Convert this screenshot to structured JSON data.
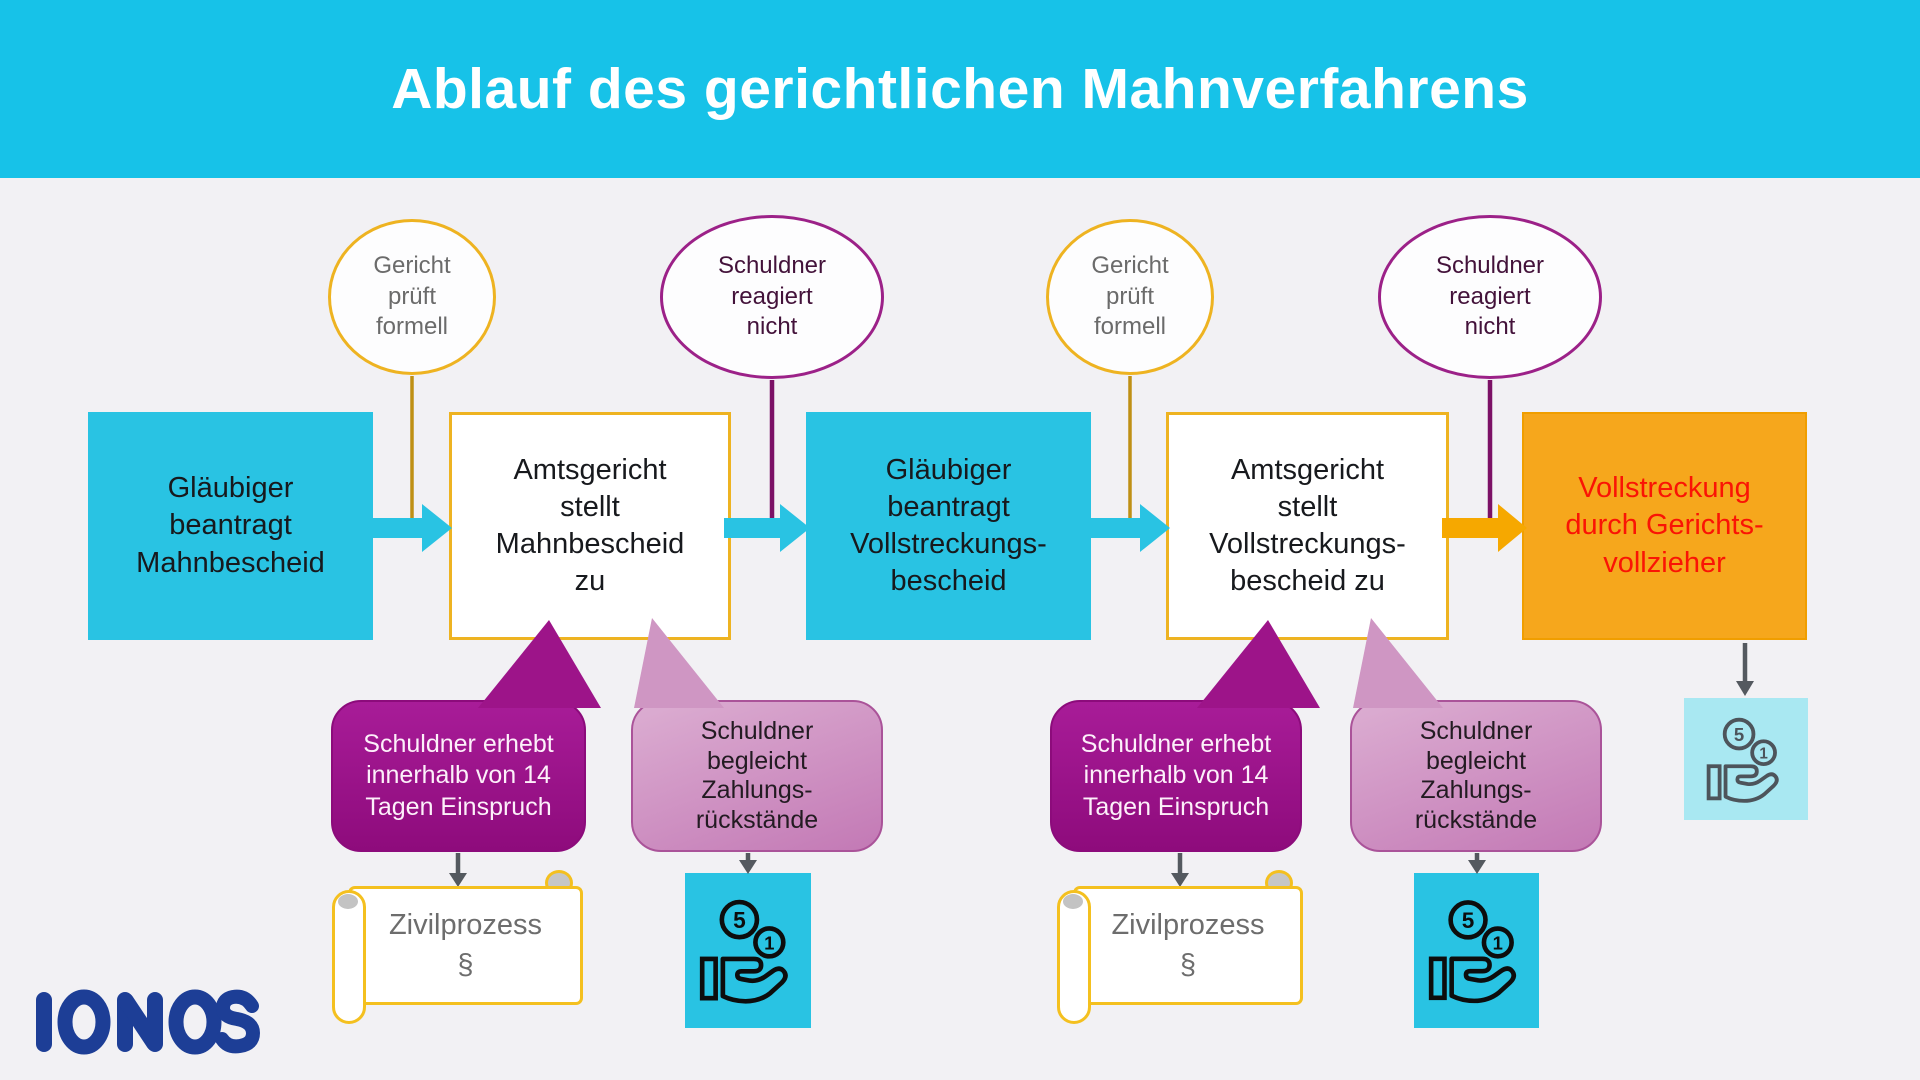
{
  "title": "Ablauf des gerichtlichen Mahnverfahrens",
  "brand": "IONOS",
  "conditions": [
    {
      "id": "court-checks-1",
      "text": "Gericht\nprüft\nformell",
      "border_color": "#eeb321",
      "text_color": "#6b6b6b"
    },
    {
      "id": "debtor-silent-1",
      "text": "Schuldner\nreagiert\nnicht",
      "border_color": "#9c2188",
      "text_color": "#43123a"
    },
    {
      "id": "court-checks-2",
      "text": "Gericht\nprüft\nformell",
      "border_color": "#eeb321",
      "text_color": "#6b6b6b"
    },
    {
      "id": "debtor-silent-2",
      "text": "Schuldner\nreagiert\nnicht",
      "border_color": "#9c2188",
      "text_color": "#43123a"
    }
  ],
  "steps": [
    {
      "id": "creditor-mahnbescheid",
      "label": "Gläubiger\nbeantragt\nMahnbescheid",
      "style": "cyan"
    },
    {
      "id": "court-serves-mahnbescheid",
      "label": "Amtsgericht\nstellt\nMahnbescheid\nzu",
      "style": "white"
    },
    {
      "id": "creditor-vollstreckung",
      "label": "Gläubiger\nbeantragt\nVollstreckungs-\nbescheid",
      "style": "cyan"
    },
    {
      "id": "court-serves-vollstreckung",
      "label": "Amtsgericht\nstellt\nVollstreckungs-\nbescheid zu",
      "style": "white"
    },
    {
      "id": "enforcement",
      "label": "Vollstreckung\ndurch Gerichts-\nvollzieher",
      "style": "orange",
      "text_color": "#fa1405"
    }
  ],
  "bubbles": [
    {
      "id": "objection-1",
      "text": "Schuldner erhebt\ninnerhalb von 14\nTagen Einspruch",
      "style": "dark"
    },
    {
      "id": "pays-1",
      "text": "Schuldner\nbegleicht\nZahlungs-\nrückstände",
      "style": "light"
    },
    {
      "id": "objection-2",
      "text": "Schuldner erhebt\ninnerhalb von 14\nTagen Einspruch",
      "style": "dark"
    },
    {
      "id": "pays-2",
      "text": "Schuldner\nbegleicht\nZahlungs-\nrückstände",
      "style": "light"
    }
  ],
  "outcomes": {
    "scroll_text": "Zivilprozess\n§",
    "coin_large": "5",
    "coin_small": "1"
  },
  "colors": {
    "banner": "#17c2e8",
    "background": "#f2f1f4",
    "cyan_box": "#29c3e3",
    "gold_border": "#eeb321",
    "gold_line": "#bf9015",
    "orange_box": "#f6a71c",
    "orange_arrow": "#f6a800",
    "red_text": "#fa1405",
    "purple_border": "#9c2188",
    "purple_line": "#7c1166",
    "bubble_dark": "#a0158e",
    "bubble_light": "#cf96c3",
    "arrow_gray": "#54595f",
    "ionos_blue": "#1d3e96",
    "icon_pale_bg": "#a9e8f2"
  }
}
